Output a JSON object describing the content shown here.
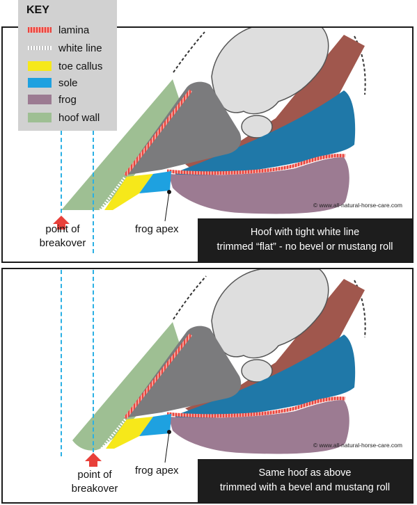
{
  "key": {
    "title": "KEY",
    "items": [
      {
        "label": "lamina",
        "swatch": "lamina"
      },
      {
        "label": "white line",
        "swatch": "whiteline"
      },
      {
        "label": "toe callus",
        "swatch": "#f6e81a"
      },
      {
        "label": "sole",
        "swatch": "#1ea1e0"
      },
      {
        "label": "frog",
        "swatch": "#9c7b92"
      },
      {
        "label": "hoof wall",
        "swatch": "#9ebf93"
      }
    ]
  },
  "panels": {
    "top": {
      "caption_line1": "Hoof with tight white line",
      "caption_line2": "trimmed “flat” - no bevel or mustang roll",
      "credit": "© www.all-natural-horse-care.com",
      "frog_apex": "frog apex",
      "breakover_line1": "point of",
      "breakover_line2": "breakover"
    },
    "bottom": {
      "caption_line1": "Same hoof as above",
      "caption_line2": "trimmed with a bevel and mustang roll",
      "credit": "© www.all-natural-horse-care.com",
      "frog_apex": "frog apex",
      "breakover_line1": "point of",
      "breakover_line2": "breakover"
    }
  },
  "colors": {
    "hoof_wall": "#9ebf93",
    "coffin_bone": "#7b7b7d",
    "pastern_bone": "#dedede",
    "sole": "#1f78a8",
    "sole_light": "#1ea1e0",
    "frog": "#9c7b92",
    "tendon": "#a0574d",
    "lamina": "#e9443d",
    "toe_callus": "#f6e81a",
    "arrow": "#e8403a",
    "dashed_line": "#2ab0e4"
  }
}
